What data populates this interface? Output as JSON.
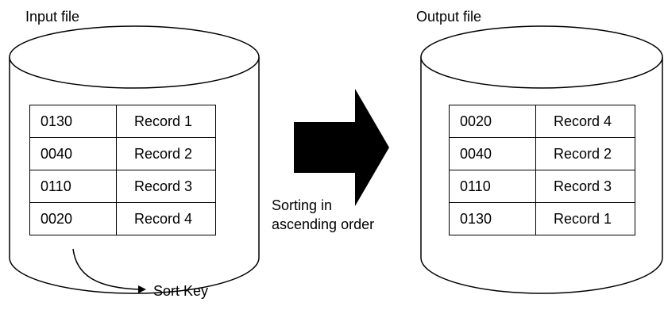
{
  "input": {
    "title": "Input file",
    "rows": [
      {
        "key": "0130",
        "record": "Record 1"
      },
      {
        "key": "0040",
        "record": "Record 2"
      },
      {
        "key": "0110",
        "record": "Record 3"
      },
      {
        "key": "0020",
        "record": "Record 4"
      }
    ]
  },
  "output": {
    "title": "Output file",
    "rows": [
      {
        "key": "0020",
        "record": "Record 4"
      },
      {
        "key": "0040",
        "record": "Record 2"
      },
      {
        "key": "0110",
        "record": "Record 3"
      },
      {
        "key": "0130",
        "record": "Record 1"
      }
    ]
  },
  "process": {
    "line1": "Sorting in",
    "line2": "ascending order"
  },
  "sort_key": {
    "label": "Sort Key"
  }
}
